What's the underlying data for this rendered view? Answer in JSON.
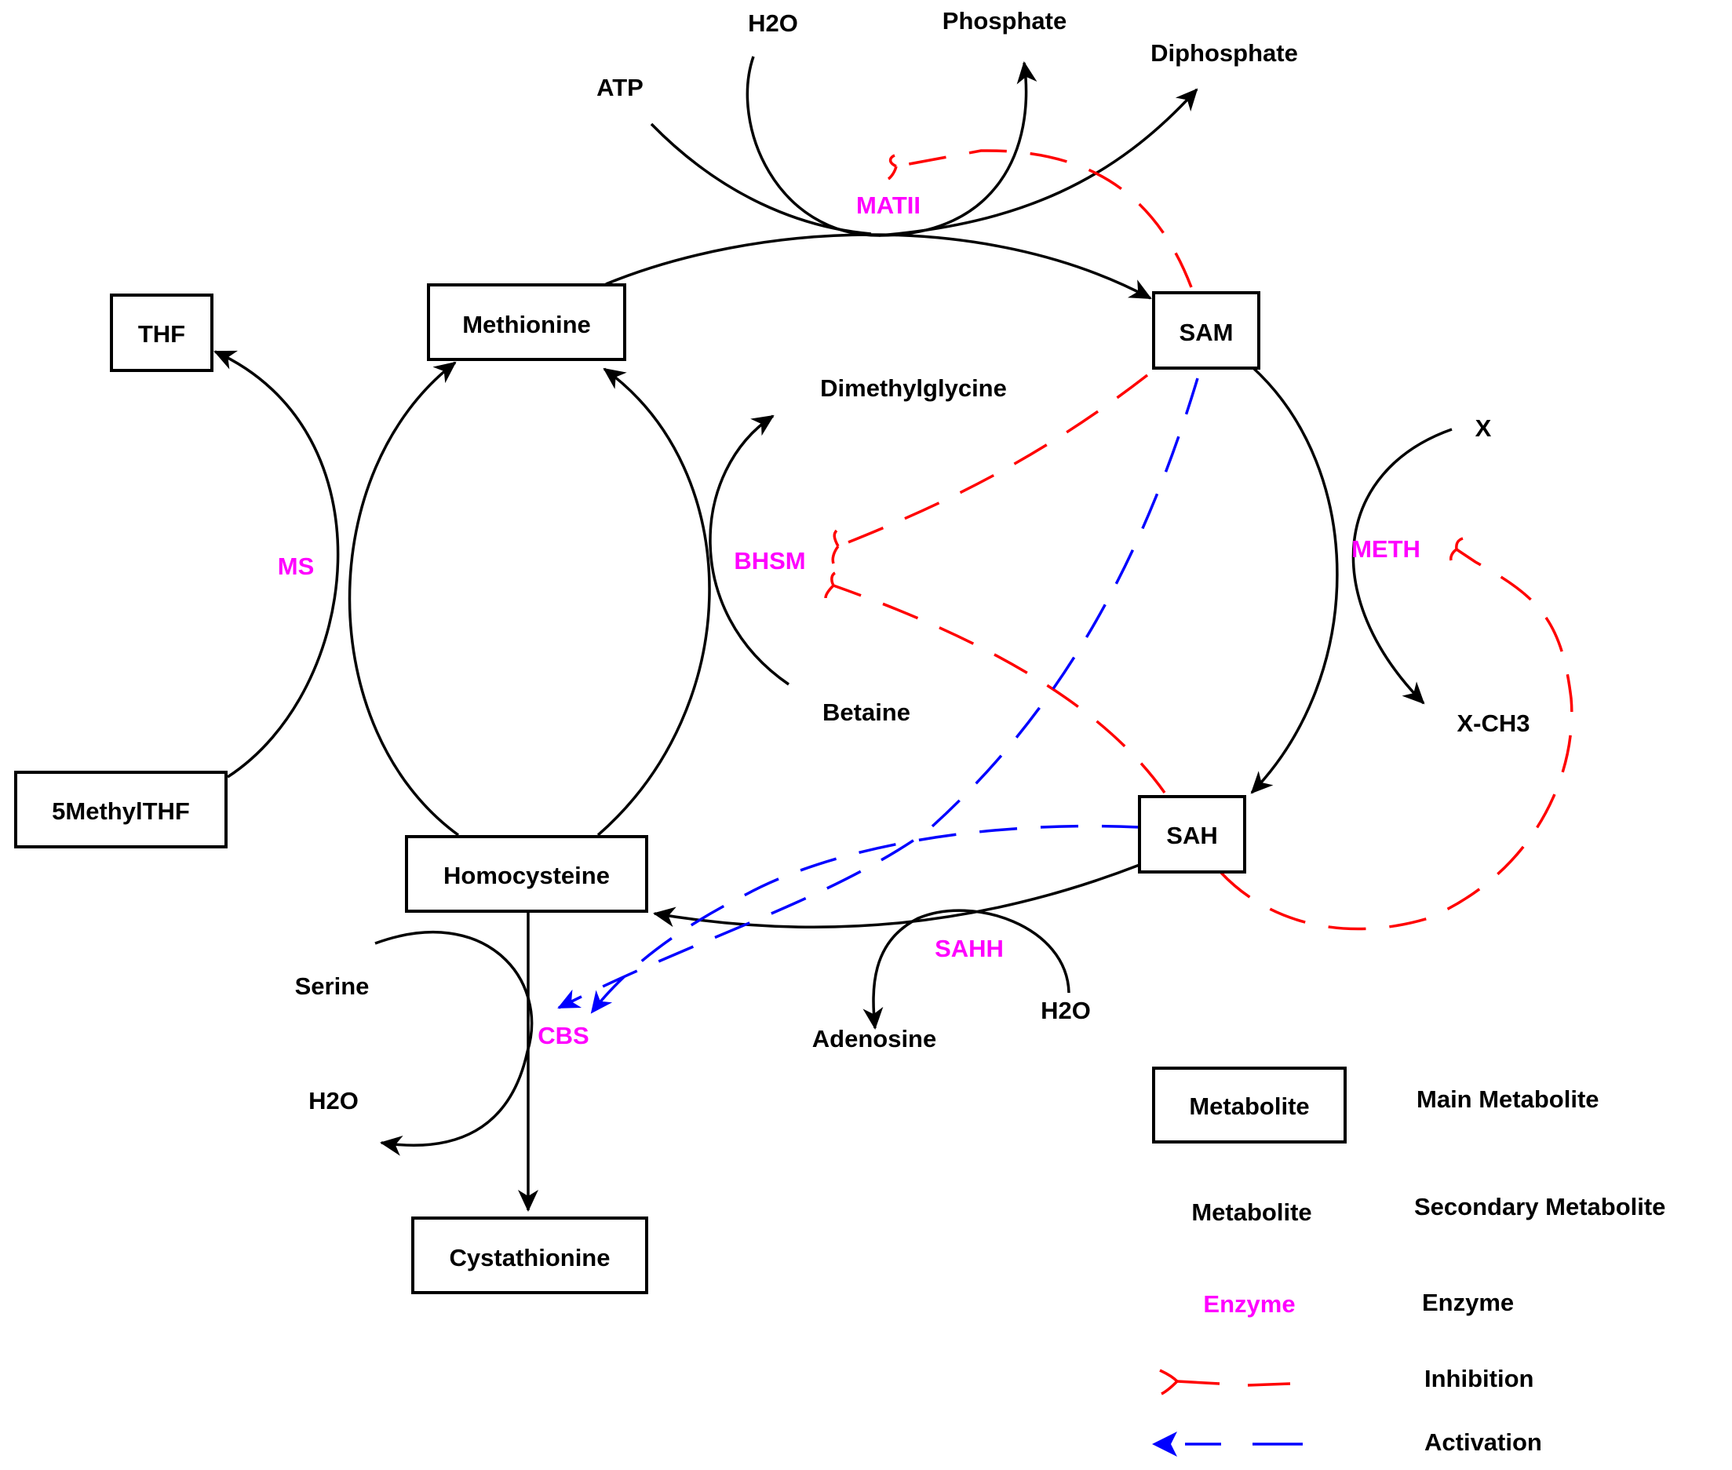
{
  "colors": {
    "main_stroke": "#000000",
    "enzyme": "#ff00ff",
    "inhibition": "#ff0000",
    "activation": "#0000ff"
  },
  "main_metabolites": {
    "thf": "THF",
    "methionine": "Methionine",
    "sam": "SAM",
    "sah": "SAH",
    "homocysteine": "Homocysteine",
    "methylthf": "5MethylTHF",
    "cystathionine": "Cystathionine"
  },
  "secondary_metabolites": {
    "atp": "ATP",
    "h2o_top": "H2O",
    "phosphate": "Phosphate",
    "diphosphate": "Diphosphate",
    "dimethylglycine": "Dimethylglycine",
    "x": "X",
    "betaine": "Betaine",
    "x_ch3": "X-CH3",
    "serine": "Serine",
    "h2o_left": "H2O",
    "adenosine": "Adenosine",
    "h2o_bottom": "H2O"
  },
  "enzymes": {
    "matii": "MATII",
    "ms": "MS",
    "bhsm": "BHSM",
    "meth": "METH",
    "sahh": "SAHH",
    "cbs": "CBS"
  },
  "legend": {
    "main_sample": "Metabolite",
    "main_desc": "Main Metabolite",
    "secondary_sample": "Metabolite",
    "secondary_desc": "Secondary Metabolite",
    "enzyme_sample": "Enzyme",
    "enzyme_desc": "Enzyme",
    "inhibition_desc": "Inhibition",
    "activation_desc": "Activation"
  }
}
